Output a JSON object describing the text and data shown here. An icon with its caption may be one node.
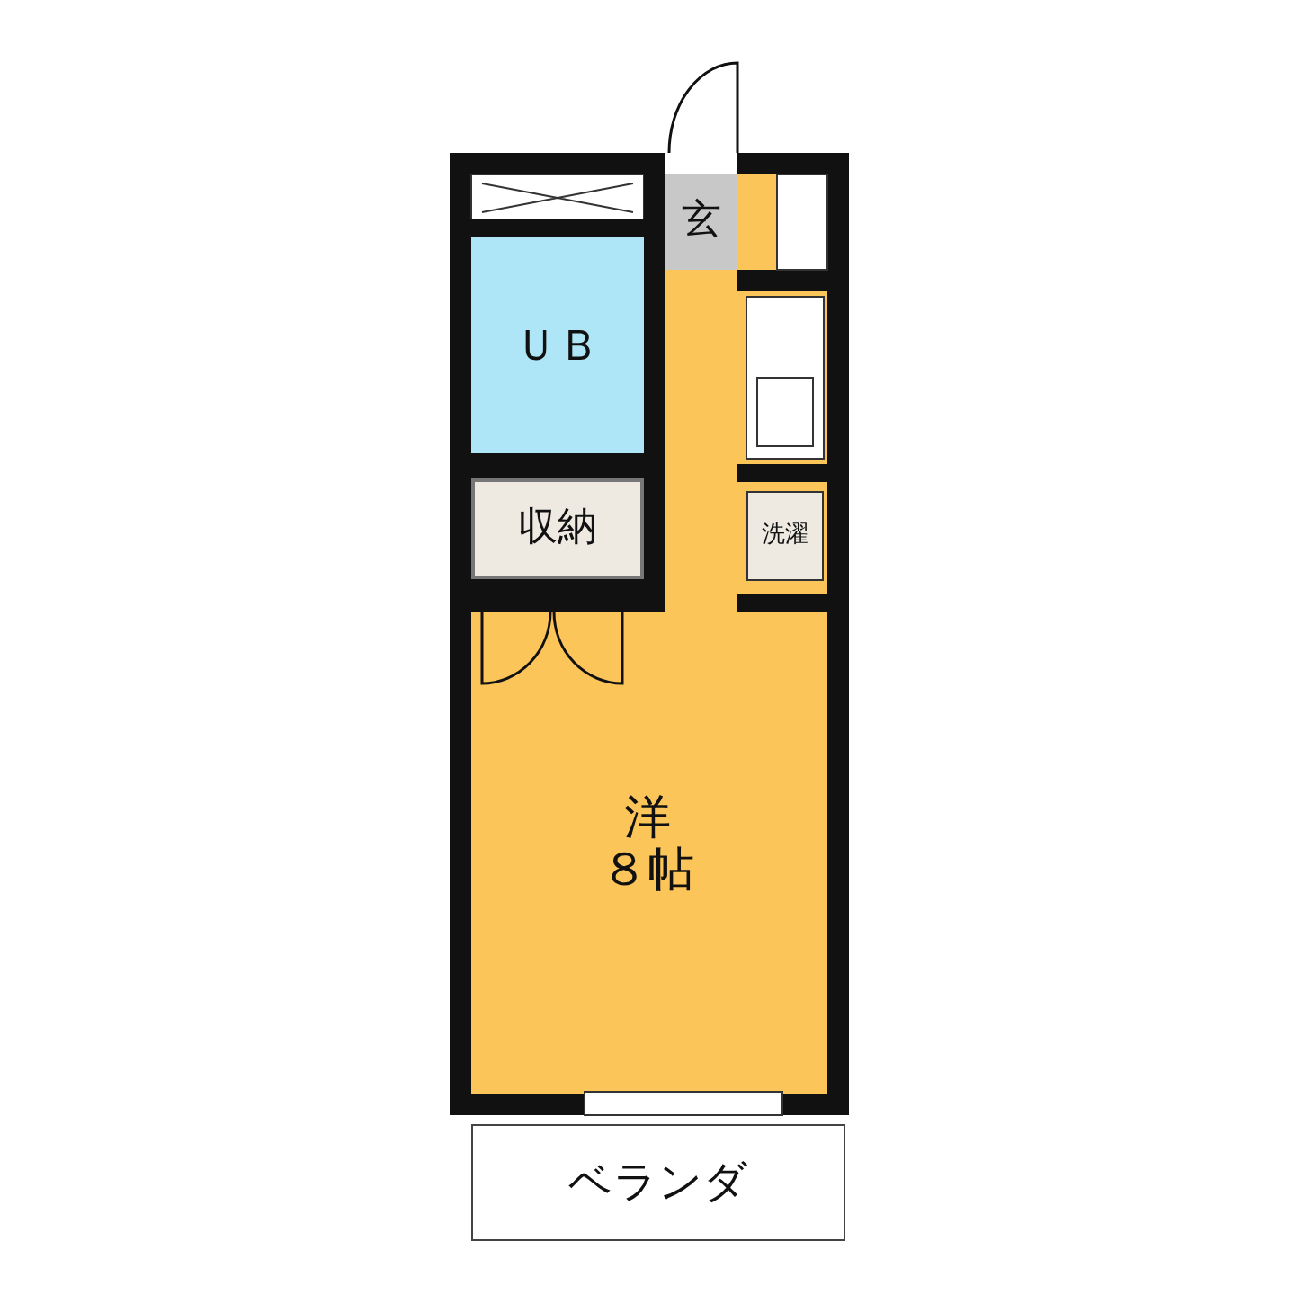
{
  "diagram": {
    "nodes": [
      {
        "text": [
          "玄"
        ]
      },
      {
        "text": [
          "ＵＢ"
        ]
      },
      {
        "text": [
          "収納"
        ]
      },
      {
        "text": [
          "洗濯"
        ]
      },
      {
        "text": [
          "洋",
          "８帖"
        ]
      },
      {
        "text": [
          "ベランダ"
        ]
      }
    ]
  }
}
